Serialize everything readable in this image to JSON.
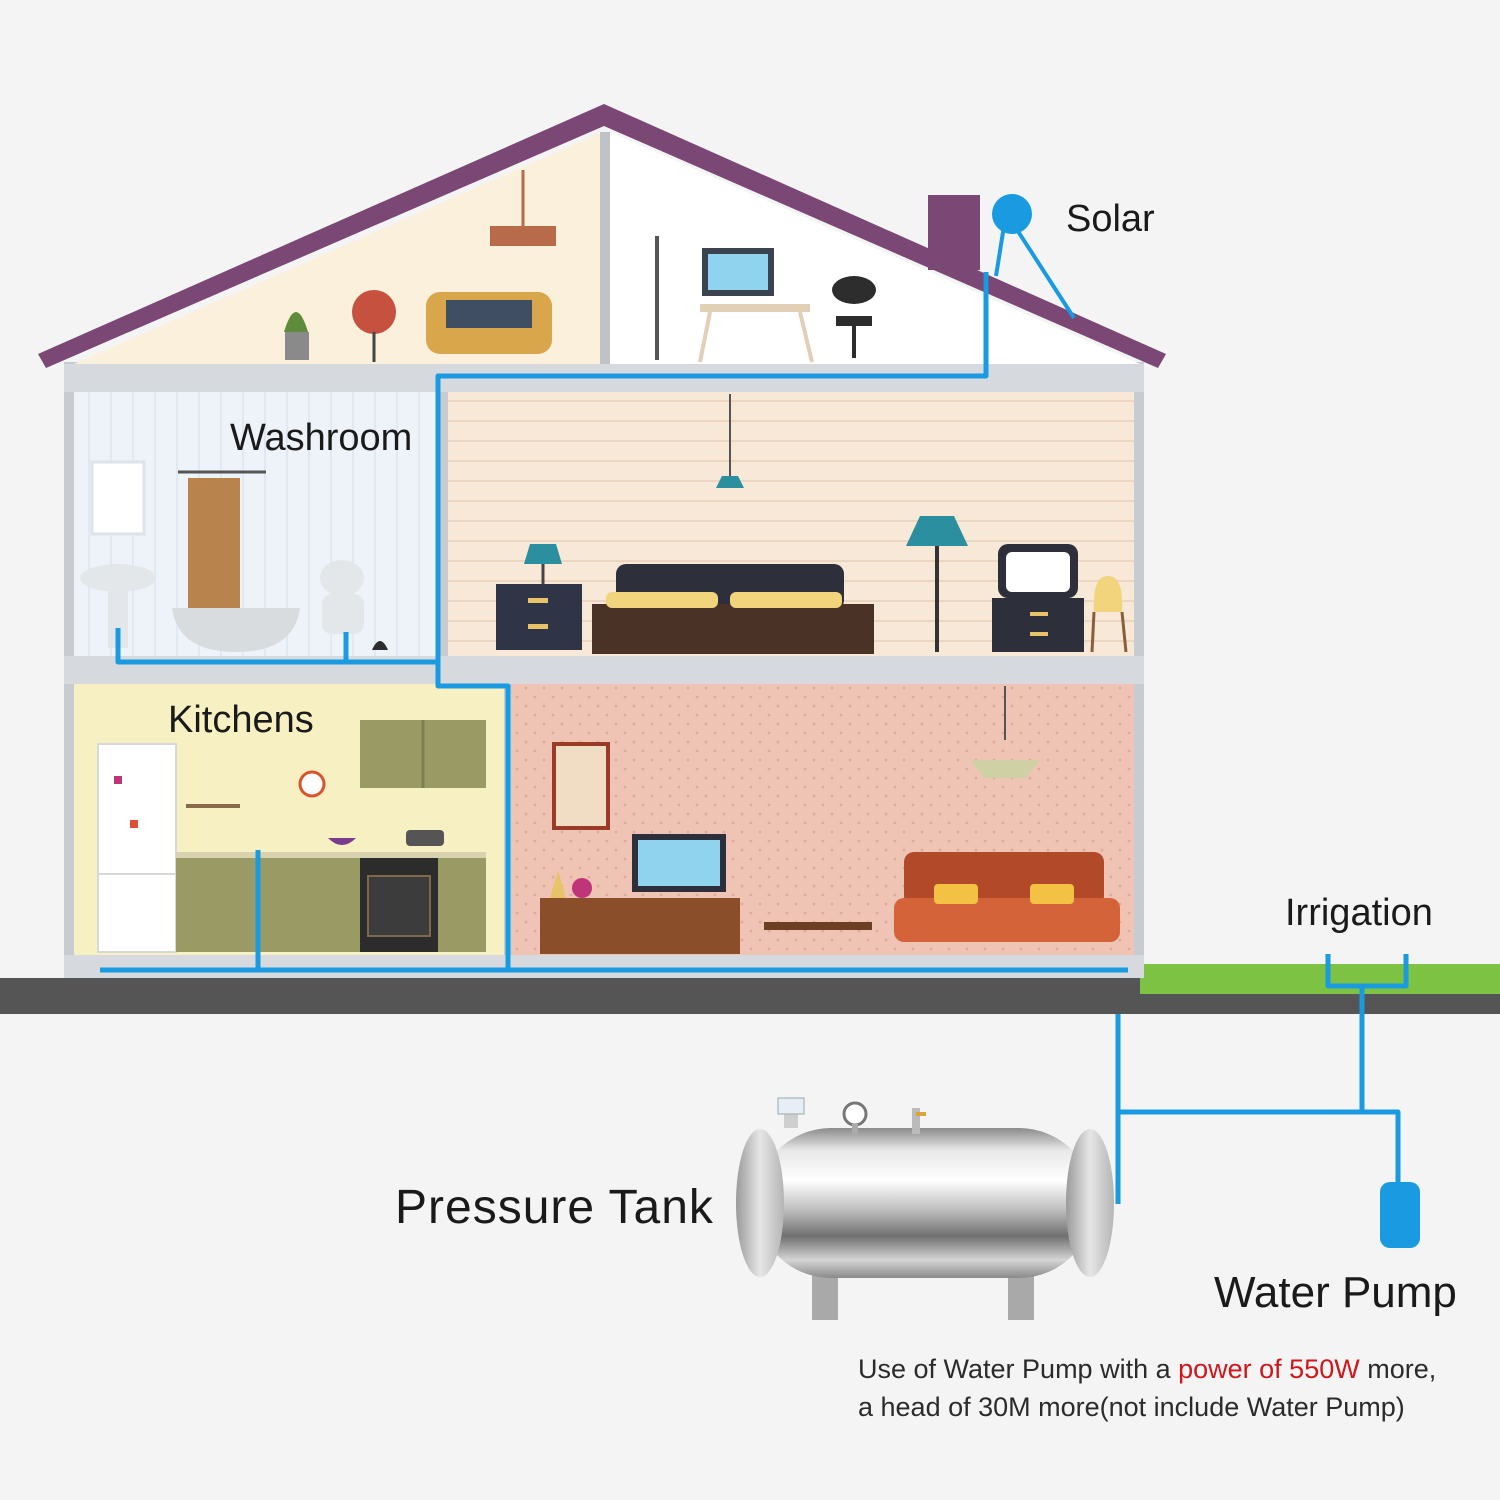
{
  "labels": {
    "solar": "Solar",
    "washroom": "Washroom",
    "kitchens": "Kitchens",
    "irrigation": "Irrigation",
    "pressure_tank": "Pressure Tank",
    "water_pump": "Water Pump"
  },
  "note": {
    "line1_a": "Use of Water Pump with a ",
    "line1_highlight": "power of 550W",
    "line1_b": " more,",
    "line2": "a head of 30M more(not include Water Pump)"
  },
  "colors": {
    "pipe": "#1a9ae0",
    "roof": "#7b4775",
    "ground": "#555555",
    "grass": "#7dc242",
    "highlight": "#d0161b",
    "washroom_wall": "#eef3f9",
    "attic_left_wall": "#faf0dc",
    "bedroom_wall": "#f7e8d7",
    "kitchen_wall": "#f6f0c2",
    "living_wall": "#efc4b4"
  }
}
